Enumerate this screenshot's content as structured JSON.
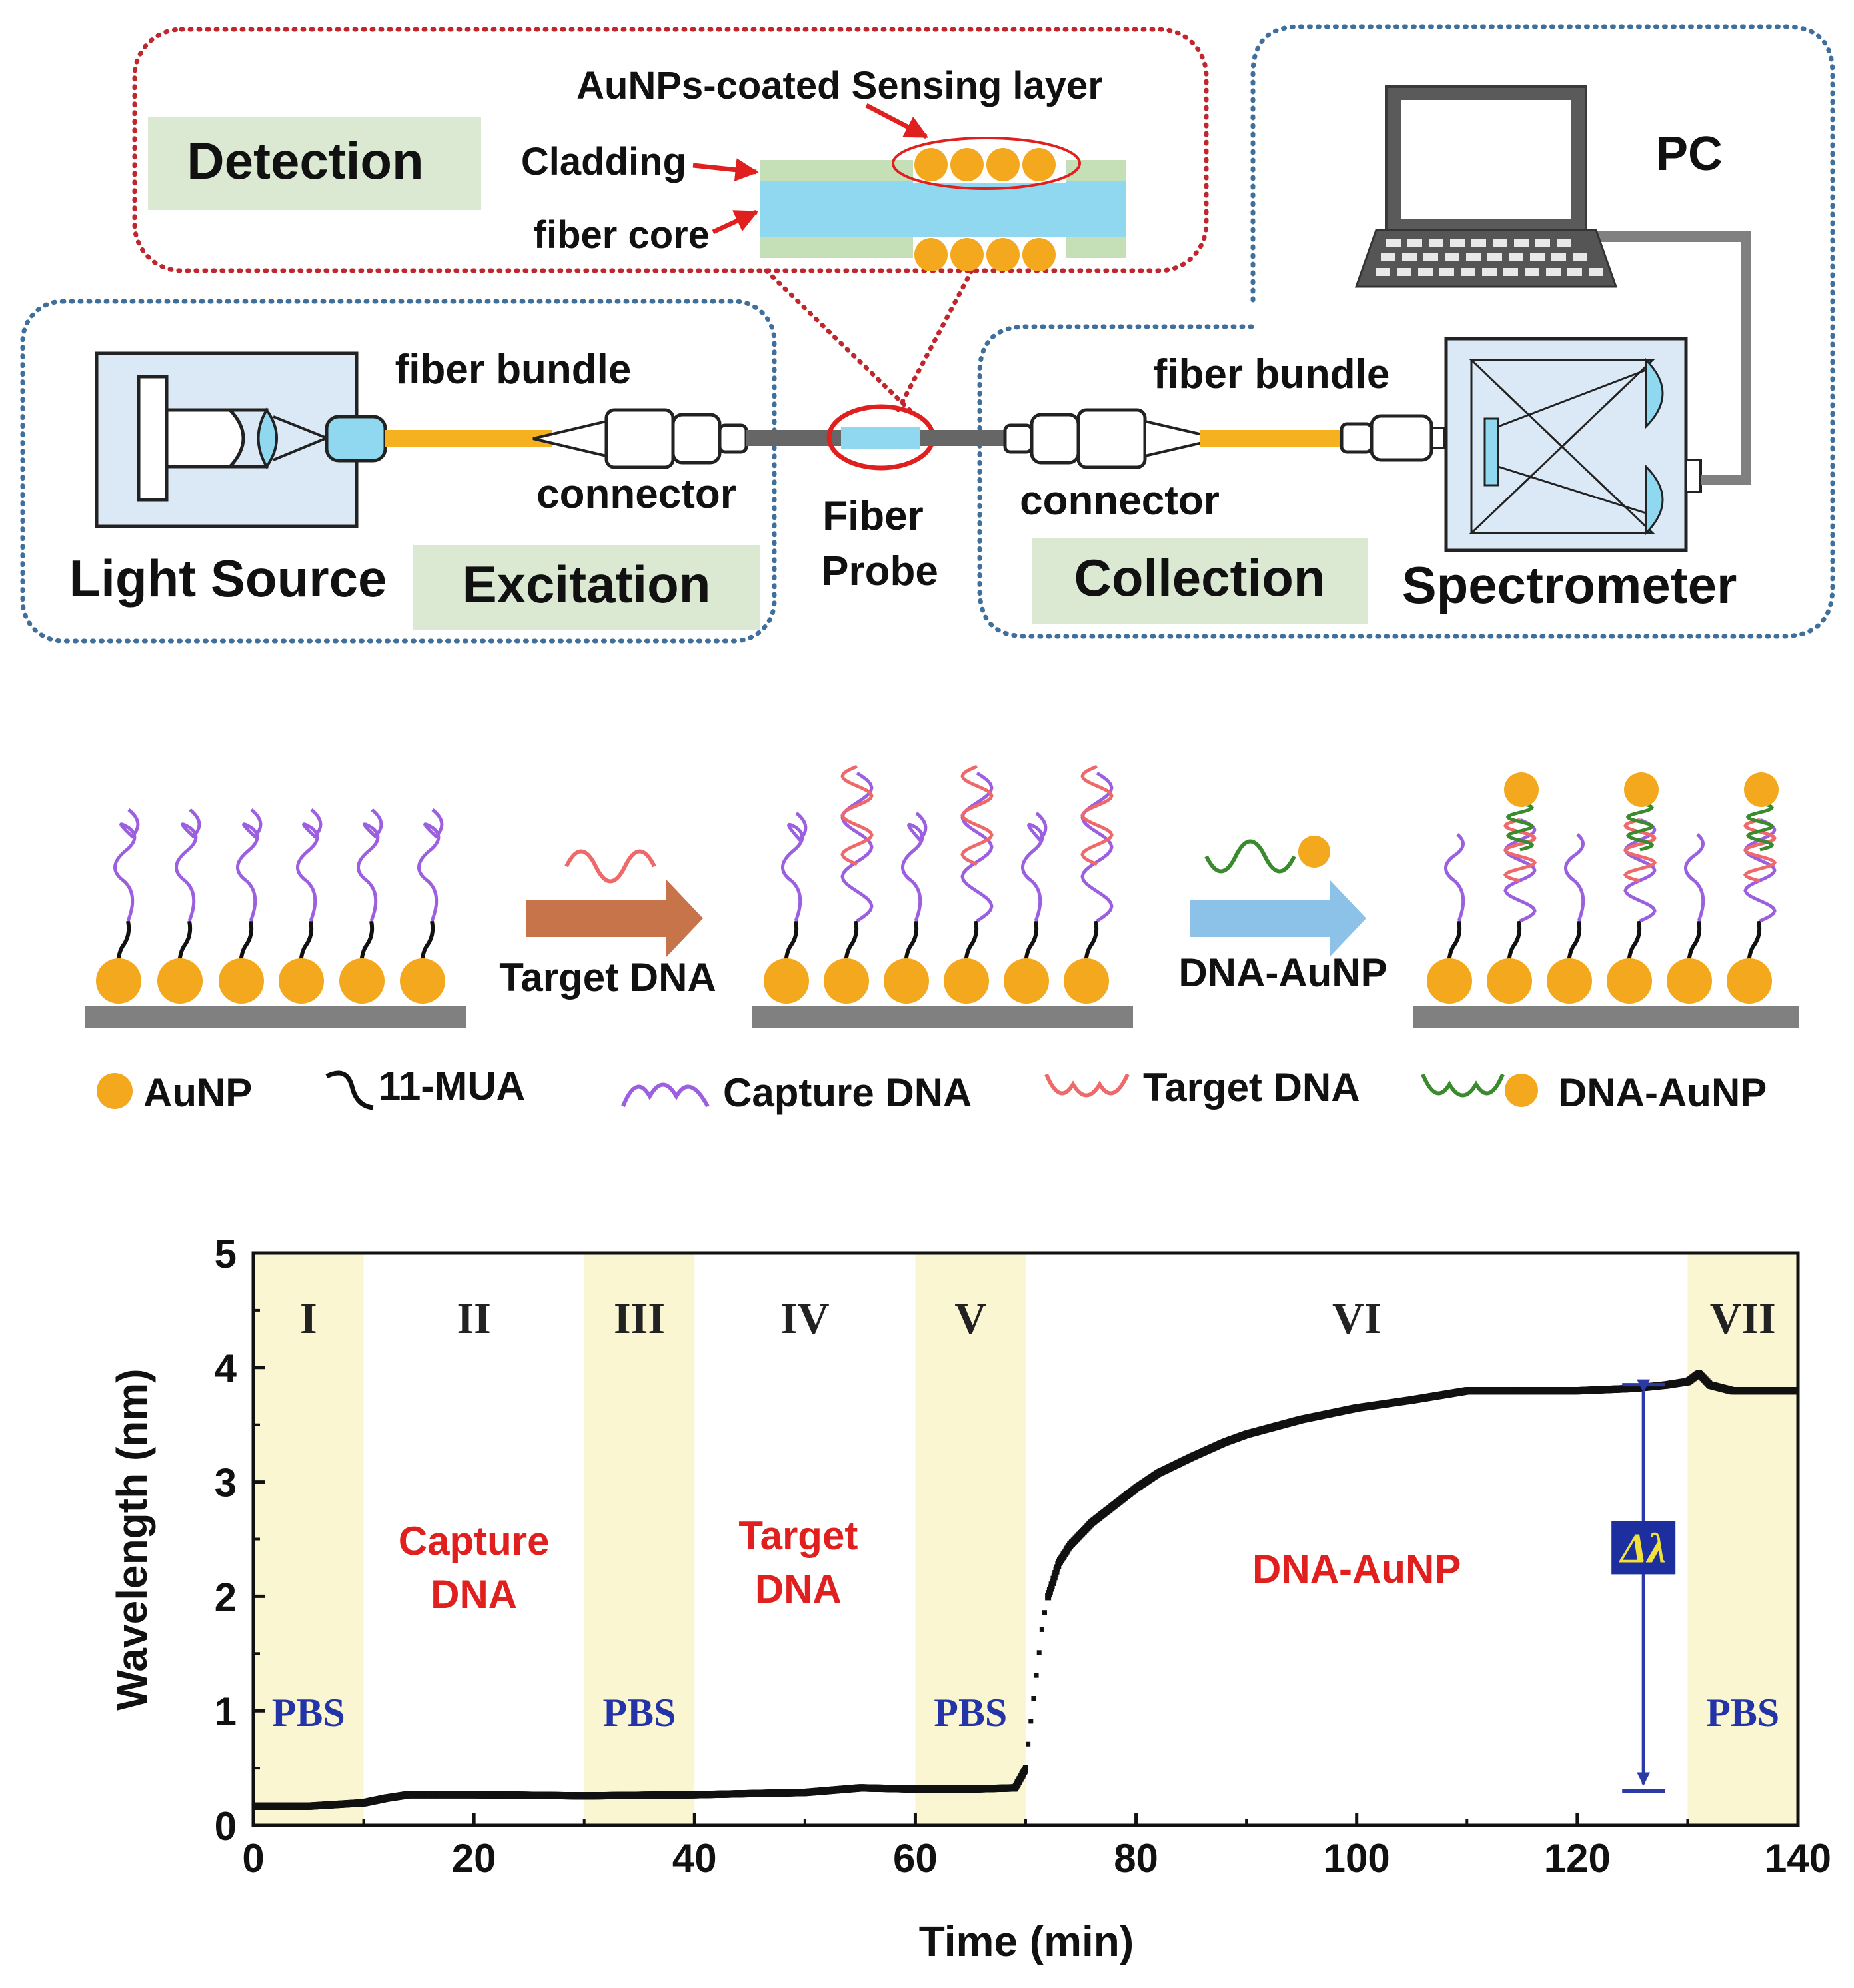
{
  "setup": {
    "detection_label": "Detection",
    "sensing_layer_label": "AuNPs-coated Sensing layer",
    "cladding_label": "Cladding",
    "fiber_core_label": "fiber core",
    "pc_label": "PC",
    "fiber_bundle_left": "fiber bundle",
    "fiber_bundle_right": "fiber bundle",
    "connector_left": "connector",
    "connector_right": "connector",
    "fiber_probe_line1": "Fiber",
    "fiber_probe_line2": "Probe",
    "light_source_label": "Light Source",
    "excitation_label": "Excitation",
    "collection_label": "Collection",
    "spectrometer_label": "Spectrometer",
    "colors": {
      "detection_border": "#c0262d",
      "module_border": "#3f6f9a",
      "label_bg": "#dbe9d3",
      "fiber_core": "#8fd8ef",
      "cladding": "#c5dfb6",
      "aunp": "#f4a81d",
      "fiber_bundle": "#f5b120",
      "arrow_red": "#e0201e"
    }
  },
  "scheme": {
    "step1_label": "Target DNA",
    "step2_label": "DNA-AuNP",
    "legend": {
      "aunp": "AuNP",
      "mua": "11-MUA",
      "capture": "Capture DNA",
      "target": "Target DNA",
      "dna_aunp": "DNA-AuNP"
    },
    "colors": {
      "capture_dna": "#9b5fe0",
      "target_dna": "#ee6a6a",
      "probe_dna": "#3a8a2e",
      "arrow1": "#c8744a",
      "arrow2": "#8cc2e8",
      "substrate": "#808080"
    }
  },
  "chart_data": {
    "type": "line",
    "xlabel": "Time (min)",
    "ylabel": "Wavelength (nm)",
    "xlim": [
      0,
      140
    ],
    "ylim": [
      0,
      5
    ],
    "xticks": [
      "0",
      "20",
      "40",
      "60",
      "80",
      "100",
      "120",
      "140"
    ],
    "yticks": [
      "0",
      "1",
      "2",
      "3",
      "4",
      "5"
    ],
    "grid": false,
    "phases": [
      {
        "numeral": "I",
        "start": 0,
        "end": 10,
        "shaded": true,
        "label": "PBS"
      },
      {
        "numeral": "II",
        "start": 10,
        "end": 30,
        "shaded": false,
        "label": "Capture DNA"
      },
      {
        "numeral": "III",
        "start": 30,
        "end": 40,
        "shaded": true,
        "label": "PBS"
      },
      {
        "numeral": "IV",
        "start": 40,
        "end": 60,
        "shaded": false,
        "label": "Target DNA"
      },
      {
        "numeral": "V",
        "start": 60,
        "end": 70,
        "shaded": true,
        "label": "PBS"
      },
      {
        "numeral": "VI",
        "start": 70,
        "end": 130,
        "shaded": false,
        "label": "DNA-AuNP"
      },
      {
        "numeral": "VII",
        "start": 130,
        "end": 140,
        "shaded": true,
        "label": "PBS"
      }
    ],
    "series": [
      {
        "x": [
          0,
          5,
          10,
          12,
          14,
          20,
          30,
          40,
          50,
          55,
          60,
          65,
          69,
          70,
          70.5,
          71,
          71.5,
          72,
          73,
          74,
          75,
          76,
          78,
          80,
          82,
          85,
          88,
          90,
          95,
          100,
          105,
          110,
          115,
          120,
          125,
          128,
          130,
          131,
          132,
          134,
          136,
          138,
          140
        ],
        "y": [
          0.17,
          0.17,
          0.2,
          0.24,
          0.27,
          0.27,
          0.26,
          0.27,
          0.29,
          0.33,
          0.32,
          0.32,
          0.33,
          0.5,
          0.9,
          1.3,
          1.7,
          2.0,
          2.3,
          2.45,
          2.55,
          2.65,
          2.8,
          2.95,
          3.08,
          3.22,
          3.35,
          3.42,
          3.55,
          3.65,
          3.72,
          3.8,
          3.8,
          3.8,
          3.82,
          3.85,
          3.88,
          3.95,
          3.85,
          3.8,
          3.8,
          3.8,
          3.8
        ]
      }
    ],
    "annotation": {
      "label": "Δλ",
      "x": 126,
      "y_from": 0.3,
      "y_to": 3.85
    },
    "colors": {
      "shade": "#fbf6d2",
      "pbs": "#2334a8",
      "phase_label": "#e0201e",
      "arrow": "#2a3aa8",
      "delta_bg": "#1d2f9e",
      "delta_text": "#f2e13a"
    }
  }
}
